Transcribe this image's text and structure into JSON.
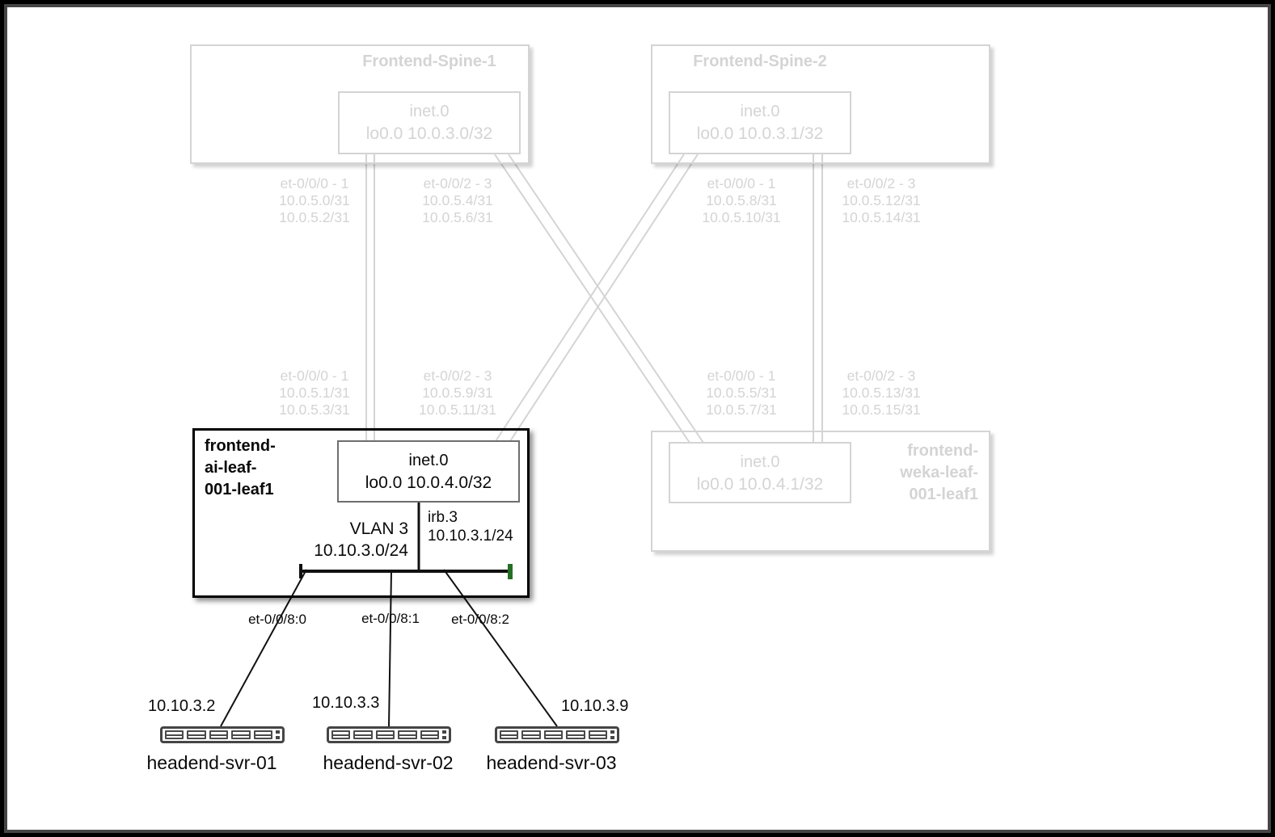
{
  "colors": {
    "inactive_gray": "#d4d4d4",
    "active_black": "#111111",
    "green_tick": "#256e25",
    "frame_gray": "#454545"
  },
  "spine1": {
    "title": "Frontend-Spine-1",
    "inet_label": "inet.0",
    "loopback": "lo0.0 10.0.3.0/32",
    "link_left": {
      "ports": "et-0/0/0 - 1",
      "subnet1": "10.0.5.0/31",
      "subnet2": "10.0.5.2/31"
    },
    "link_right": {
      "ports": "et-0/0/2 - 3",
      "subnet1": "10.0.5.4/31",
      "subnet2": "10.0.5.6/31"
    }
  },
  "spine2": {
    "title": "Frontend-Spine-2",
    "inet_label": "inet.0",
    "loopback": "lo0.0 10.0.3.1/32",
    "link_left": {
      "ports": "et-0/0/0 - 1",
      "subnet1": "10.0.5.8/31",
      "subnet2": "10.0.5.10/31"
    },
    "link_right": {
      "ports": "et-0/0/2 - 3",
      "subnet1": "10.0.5.12/31",
      "subnet2": "10.0.5.14/31"
    }
  },
  "ai_leaf": {
    "title1": "frontend-",
    "title2": "ai-leaf-",
    "title3": "001-leaf1",
    "inet_label": "inet.0",
    "loopback": "lo0.0 10.0.4.0/32",
    "link_left": {
      "ports": "et-0/0/0 - 1",
      "subnet1": "10.0.5.1/31",
      "subnet2": "10.0.5.3/31"
    },
    "link_right": {
      "ports": "et-0/0/2 - 3",
      "subnet1": "10.0.5.9/31",
      "subnet2": "10.0.5.11/31"
    },
    "vlan_name": "VLAN 3",
    "vlan_subnet": "10.10.3.0/24",
    "irb_name": "irb.3",
    "irb_ip": "10.10.3.1/24",
    "port0": "et-0/0/8:0",
    "port1": "et-0/0/8:1",
    "port2": "et-0/0/8:2"
  },
  "weka_leaf": {
    "title1": "frontend-",
    "title2": "weka-leaf-",
    "title3": "001-leaf1",
    "inet_label": "inet.0",
    "loopback": "lo0.0 10.0.4.1/32",
    "link_left": {
      "ports": "et-0/0/0 - 1",
      "subnet1": "10.0.5.5/31",
      "subnet2": "10.0.5.7/31"
    },
    "link_right": {
      "ports": "et-0/0/2 - 3",
      "subnet1": "10.0.5.13/31",
      "subnet2": "10.0.5.15/31"
    }
  },
  "servers": {
    "s1": {
      "ip": "10.10.3.2",
      "name": "headend-svr-01"
    },
    "s2": {
      "ip": "10.10.3.3",
      "name": "headend-svr-02"
    },
    "s3": {
      "ip": "10.10.3.9",
      "name": "headend-svr-03"
    }
  }
}
